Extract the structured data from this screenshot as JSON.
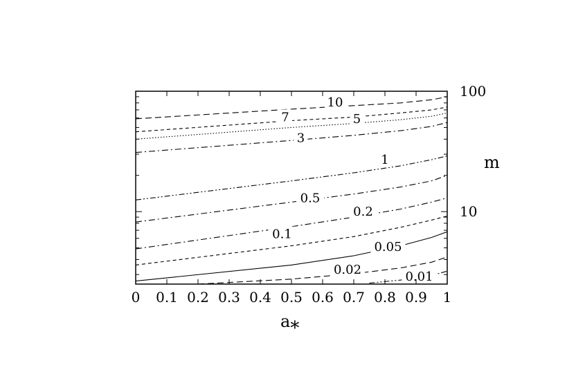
{
  "chart_data": {
    "type": "contour",
    "xlabel": "a",
    "xlabel_subscript": "*",
    "ylabel": "m",
    "xlim": [
      0,
      1
    ],
    "ylim": [
      2.5,
      100
    ],
    "yscale": "log",
    "yaxis_position": "right",
    "grid": false,
    "x_ticks": [
      "0",
      "0.1",
      "0.2",
      "0.3",
      "0.4",
      "0.5",
      "0.6",
      "0.7",
      "0.8",
      "0.9",
      "1"
    ],
    "y_ticks": [
      "10",
      "100"
    ],
    "contours": [
      {
        "label": "10",
        "style": "long-dash",
        "points": [
          [
            0,
            59
          ],
          [
            0.5,
            71
          ],
          [
            0.7,
            76
          ],
          [
            0.85,
            80
          ],
          [
            0.95,
            85
          ],
          [
            1.0,
            90
          ]
        ],
        "label_at": [
          0.64,
          81
        ]
      },
      {
        "label": "7",
        "style": "short-dash",
        "points": [
          [
            0,
            46
          ],
          [
            0.5,
            57
          ],
          [
            0.7,
            61
          ],
          [
            0.85,
            66
          ],
          [
            0.95,
            70
          ],
          [
            1.0,
            74
          ]
        ],
        "label_at": [
          0.48,
          61
        ]
      },
      {
        "label": "5",
        "style": "dotted",
        "points": [
          [
            0,
            40
          ],
          [
            0.5,
            50
          ],
          [
            0.7,
            54
          ],
          [
            0.85,
            58
          ],
          [
            0.95,
            62
          ],
          [
            1.0,
            66
          ]
        ],
        "label_at": [
          0.71,
          59
        ]
      },
      {
        "label": "3",
        "style": "dash-dot",
        "points": [
          [
            0,
            31
          ],
          [
            0.5,
            39
          ],
          [
            0.7,
            43
          ],
          [
            0.85,
            47
          ],
          [
            0.95,
            51
          ],
          [
            1.0,
            55
          ]
        ],
        "label_at": [
          0.53,
          41
        ]
      },
      {
        "label": "1",
        "style": "dash-dot-dot",
        "points": [
          [
            0,
            12.5
          ],
          [
            0.5,
            18
          ],
          [
            0.7,
            21
          ],
          [
            0.85,
            24
          ],
          [
            0.95,
            27
          ],
          [
            1.0,
            29
          ]
        ],
        "label_at": [
          0.8,
          27
        ]
      },
      {
        "label": "0.5",
        "style": "dash-dot",
        "points": [
          [
            0,
            8.2
          ],
          [
            0.5,
            12
          ],
          [
            0.7,
            14
          ],
          [
            0.85,
            16
          ],
          [
            0.95,
            18
          ],
          [
            1.0,
            20
          ]
        ],
        "label_at": [
          0.56,
          13
        ]
      },
      {
        "label": "0.2",
        "style": "dash-dot",
        "points": [
          [
            0,
            4.9
          ],
          [
            0.5,
            7.5
          ],
          [
            0.7,
            9
          ],
          [
            0.85,
            10.5
          ],
          [
            0.95,
            12
          ],
          [
            1.0,
            13
          ]
        ],
        "label_at": [
          0.73,
          10
        ]
      },
      {
        "label": "0.1",
        "style": "short-dash",
        "points": [
          [
            0,
            3.6
          ],
          [
            0.5,
            5.2
          ],
          [
            0.7,
            6.2
          ],
          [
            0.85,
            7.4
          ],
          [
            0.95,
            8.5
          ],
          [
            1.0,
            9.2
          ]
        ],
        "label_at": [
          0.47,
          6.5
        ]
      },
      {
        "label": "0.05",
        "style": "solid",
        "points": [
          [
            0,
            2.65
          ],
          [
            0.5,
            3.6
          ],
          [
            0.7,
            4.3
          ],
          [
            0.85,
            5.2
          ],
          [
            0.95,
            6.1
          ],
          [
            1.0,
            6.8
          ]
        ],
        "label_at": [
          0.81,
          5.1
        ]
      },
      {
        "label": "0.02",
        "style": "long-dash",
        "points": [
          [
            0.2,
            2.5
          ],
          [
            0.5,
            2.75
          ],
          [
            0.7,
            3.05
          ],
          [
            0.85,
            3.4
          ],
          [
            0.95,
            3.8
          ],
          [
            1.0,
            4.2
          ]
        ],
        "label_at": [
          0.68,
          3.3
        ]
      },
      {
        "label": "0.01",
        "style": "dash-dot-dot",
        "points": [
          [
            0.75,
            2.55
          ],
          [
            0.85,
            2.7
          ],
          [
            0.95,
            2.95
          ],
          [
            1.0,
            3.2
          ]
        ],
        "label_at": [
          0.91,
          2.9
        ]
      }
    ]
  }
}
